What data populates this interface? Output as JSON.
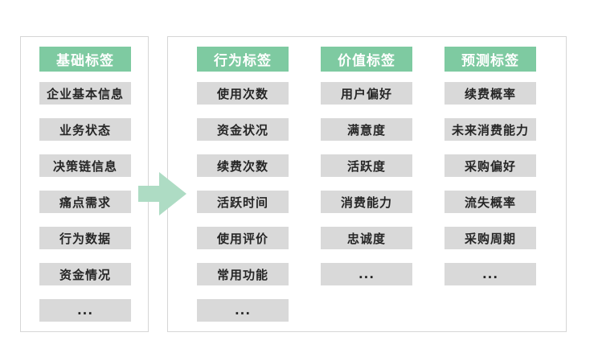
{
  "diagram": {
    "title": "customer-tag-system",
    "colors": {
      "header_bg": "#7ecaa1",
      "header_text": "#ffffff",
      "item_bg": "#d9d9d9",
      "item_text": "#262626",
      "panel_border": "#d6d6d6",
      "arrow_fill": "#aedcc4"
    },
    "columns": [
      {
        "header": "基础标签",
        "items": [
          "企业基本信息",
          "业务状态",
          "决策链信息",
          "痛点需求",
          "行为数据",
          "资金情况",
          "..."
        ]
      },
      {
        "header": "行为标签",
        "items": [
          "使用次数",
          "资金状况",
          "续费次数",
          "活跃时间",
          "使用评价",
          "常用功能",
          "..."
        ]
      },
      {
        "header": "价值标签",
        "items": [
          "用户偏好",
          "满意度",
          "活跃度",
          "消费能力",
          "忠诚度",
          "..."
        ]
      },
      {
        "header": "预测标签",
        "items": [
          "续费概率",
          "未来消费能力",
          "采购偏好",
          "流失概率",
          "采购周期",
          "..."
        ]
      }
    ]
  }
}
